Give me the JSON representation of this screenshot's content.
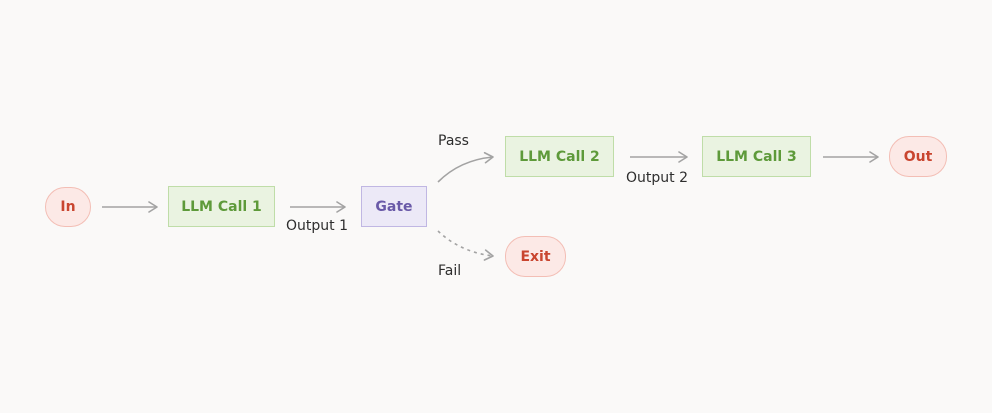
{
  "nodes": {
    "in": "In",
    "llm_call_1": "LLM Call 1",
    "gate": "Gate",
    "llm_call_2": "LLM Call 2",
    "llm_call_3": "LLM Call 3",
    "out": "Out",
    "exit": "Exit"
  },
  "edge_labels": {
    "output_1": "Output 1",
    "pass": "Pass",
    "fail": "Fail",
    "output_2": "Output 2"
  },
  "colors": {
    "background": "#faf9f8",
    "terminal_fill": "#fce9e6",
    "terminal_text": "#c9452f",
    "llm_fill": "#eaf3e1",
    "llm_text": "#5e9a3a",
    "gate_fill": "#ece9f7",
    "gate_text": "#6a5aa8",
    "arrow": "#a3a3a3"
  }
}
